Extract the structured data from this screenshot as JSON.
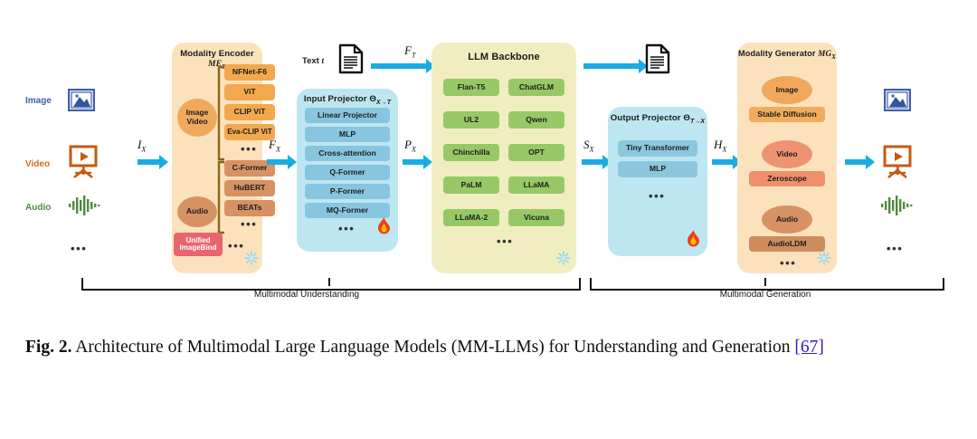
{
  "figure": {
    "inputs": {
      "items": [
        {
          "label": "Image",
          "icon": "image-picture-icon",
          "color": "#3E5FA8"
        },
        {
          "label": "Video",
          "icon": "video-projector-icon",
          "color": "#D2691E"
        },
        {
          "label": "Audio",
          "icon": "audio-waveform-icon",
          "color": "#4F8A3D"
        }
      ],
      "ellipsis": "•••"
    },
    "outputs": {
      "items": [
        {
          "icon": "image-picture-icon"
        },
        {
          "icon": "video-projector-icon"
        },
        {
          "icon": "audio-waveform-icon"
        }
      ],
      "ellipsis": "•••"
    },
    "flow_labels": {
      "i_x": "I",
      "i_x_sub": "X",
      "f_t": "F",
      "f_t_sub": "T",
      "f_x": "F",
      "f_x_sub": "X",
      "p_x": "P",
      "p_x_sub": "X",
      "s_x": "S",
      "s_x_sub": "X",
      "h_x": "H",
      "h_x_sub": "X"
    },
    "text_node": {
      "label": "Text ",
      "symbol": "t",
      "icon": "document-icon"
    },
    "llm_output_node": {
      "icon": "document-icon"
    },
    "modality_encoder": {
      "title": "Modality Encoder ",
      "title_sym": "ME",
      "title_sub": "X",
      "groups": [
        {
          "name": "Image\nVideo",
          "name_lines": [
            "Image",
            "Video"
          ],
          "models": [
            "NFNet-F6",
            "ViT",
            "CLIP ViT",
            "Eva-CLIP ViT"
          ],
          "ellipsis": "•••"
        },
        {
          "name": "Audio",
          "name_lines": [
            "Audio"
          ],
          "models": [
            "C-Former",
            "HuBERT",
            "BEATs"
          ],
          "ellipsis": "•••"
        }
      ],
      "unified": {
        "lines": [
          "Unified",
          "ImageBind"
        ]
      },
      "ellipsis": "•••",
      "state_icon": "snowflake-frozen-icon"
    },
    "input_projector": {
      "title": "Input Projector Θ",
      "title_sub": "X→T",
      "items": [
        "Linear Projector",
        "MLP",
        "Cross-attention",
        "Q-Former",
        "P-Former",
        "MQ-Former"
      ],
      "ellipsis": "•••",
      "state_icon": "flame-trainable-icon"
    },
    "llm_backbone": {
      "title": "LLM Backbone",
      "left_column": [
        "Flan-T5",
        "UL2",
        "Chinchilla",
        "PaLM",
        "LLaMA-2"
      ],
      "right_column": [
        "ChatGLM",
        "Qwen",
        "OPT",
        "LLaMA",
        "Vicuna"
      ],
      "ellipsis": "•••",
      "state_icon": "snowflake-frozen-icon"
    },
    "output_projector": {
      "title": "Output Projector Θ",
      "title_sub": "T→X",
      "items": [
        "Tiny Transformer",
        "MLP"
      ],
      "ellipsis": "•••",
      "state_icon": "flame-trainable-icon"
    },
    "modality_generator": {
      "title": "Modality Generator ",
      "title_sym": "MG",
      "title_sub": "X",
      "groups": [
        {
          "name": "Image",
          "model": "Stable Diffusion"
        },
        {
          "name": "Video",
          "model": "Zeroscope"
        },
        {
          "name": "Audio",
          "model": "AudioLDM"
        }
      ],
      "ellipsis": "•••",
      "state_icon": "snowflake-frozen-icon"
    },
    "braces": [
      {
        "label": "Multimodal Understanding"
      },
      {
        "label": "Multimodal Generation"
      }
    ],
    "colors": {
      "arrow": "#19ACE3",
      "panel_orange": "#FBE2BC",
      "panel_blue": "#BEE6F0",
      "panel_yellow": "#F0EEC0",
      "chip_orange": "#F2A94E",
      "chip_brown": "#D79264",
      "chip_red": "#E8646E",
      "chip_blue": "#87C6DE",
      "chip_green": "#96C965",
      "chip_salmon": "#F0906A",
      "link": "#2B20C8"
    }
  },
  "caption": {
    "prefix": "Fig. 2.",
    "text": " Architecture of Multimodal Large Language Models (MM-LLMs) for Understanding and Generation ",
    "ref": "[67]"
  }
}
